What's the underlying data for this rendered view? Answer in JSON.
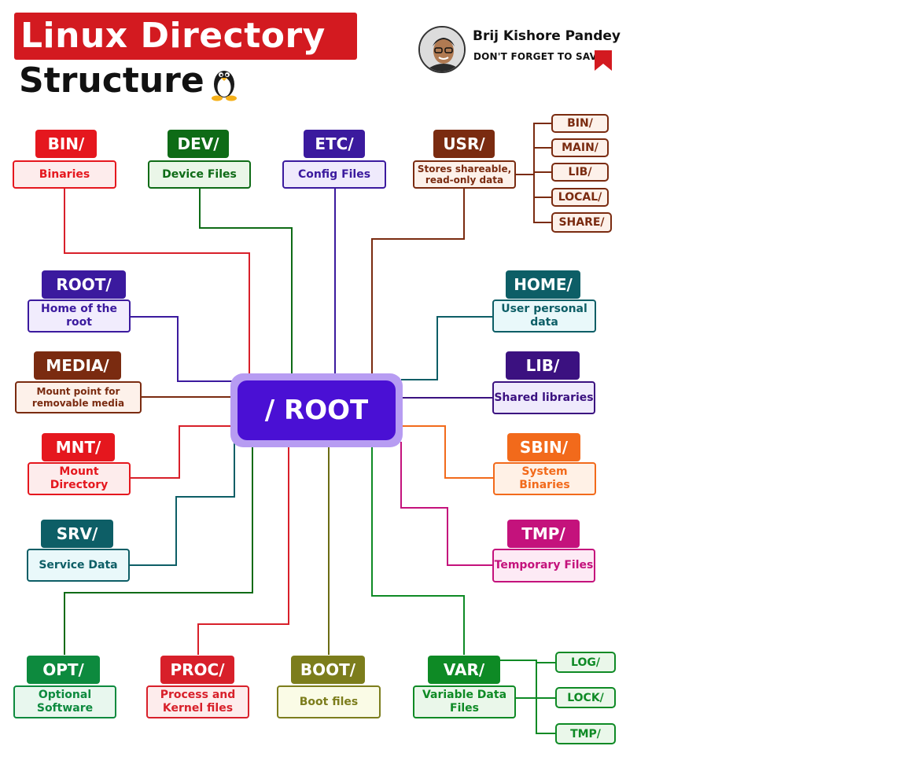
{
  "title": {
    "line1": "Linux Directory",
    "line2": "Structure"
  },
  "author": {
    "name": "Brij Kishore Pandey",
    "cta": "DON'T FORGET TO SAVE"
  },
  "root": {
    "label": "/ ROOT"
  },
  "nodes": {
    "bin": {
      "name": "BIN/",
      "desc": "Binaries",
      "color": "#e5171e",
      "bg": "#fdecec"
    },
    "dev": {
      "name": "DEV/",
      "desc": "Device Files",
      "color": "#0e6b16",
      "bg": "#eaf6e8"
    },
    "etc": {
      "name": "ETC/",
      "desc": "Config Files",
      "color": "#3b1a9e",
      "bg": "#efeafc"
    },
    "usr": {
      "name": "USR/",
      "desc": "Stores shareable, read-only data",
      "color": "#7a2b10",
      "bg": "#fdf1ea"
    },
    "root": {
      "name": "ROOT/",
      "desc": "Home of the root",
      "color": "#3b1a9e",
      "bg": "#f1ecfd"
    },
    "media": {
      "name": "MEDIA/",
      "desc": "Mount point for removable media",
      "color": "#7a2b10",
      "bg": "#fdf1ea"
    },
    "mnt": {
      "name": "MNT/",
      "desc": "Mount Directory",
      "color": "#e5171e",
      "bg": "#fdecec"
    },
    "srv": {
      "name": "SRV/",
      "desc": "Service Data",
      "color": "#0d5e66",
      "bg": "#e9f8fa"
    },
    "home": {
      "name": "HOME/",
      "desc": "User personal data",
      "color": "#0d5e66",
      "bg": "#e9f8fa"
    },
    "lib": {
      "name": "LIB/",
      "desc": "Shared libraries",
      "color": "#3b1180",
      "bg": "#efeafc"
    },
    "sbin": {
      "name": "SBIN/",
      "desc": "System Binaries",
      "color": "#f26a1b",
      "bg": "#fff1e6"
    },
    "tmp": {
      "name": "TMP/",
      "desc": "Temporary Files",
      "color": "#c4127c",
      "bg": "#fdeaf5"
    },
    "opt": {
      "name": "OPT/",
      "desc": "Optional Software",
      "color": "#0d8a3e",
      "bg": "#e8f7ee"
    },
    "proc": {
      "name": "PROC/",
      "desc": "Process and Kernel files",
      "color": "#d8202a",
      "bg": "#fdecec"
    },
    "boot": {
      "name": "BOOT/",
      "desc": "Boot files",
      "color": "#7c7d1c",
      "bg": "#fafbe6"
    },
    "var": {
      "name": "VAR/",
      "desc": "Variable Data Files",
      "color": "#0e8a25",
      "bg": "#eaf7ea"
    }
  },
  "usr_subdirs": [
    "BIN/",
    "MAIN/",
    "LIB/",
    "LOCAL/",
    "SHARE/"
  ],
  "var_subdirs": [
    "LOG/",
    "LOCK/",
    "TMP/"
  ]
}
